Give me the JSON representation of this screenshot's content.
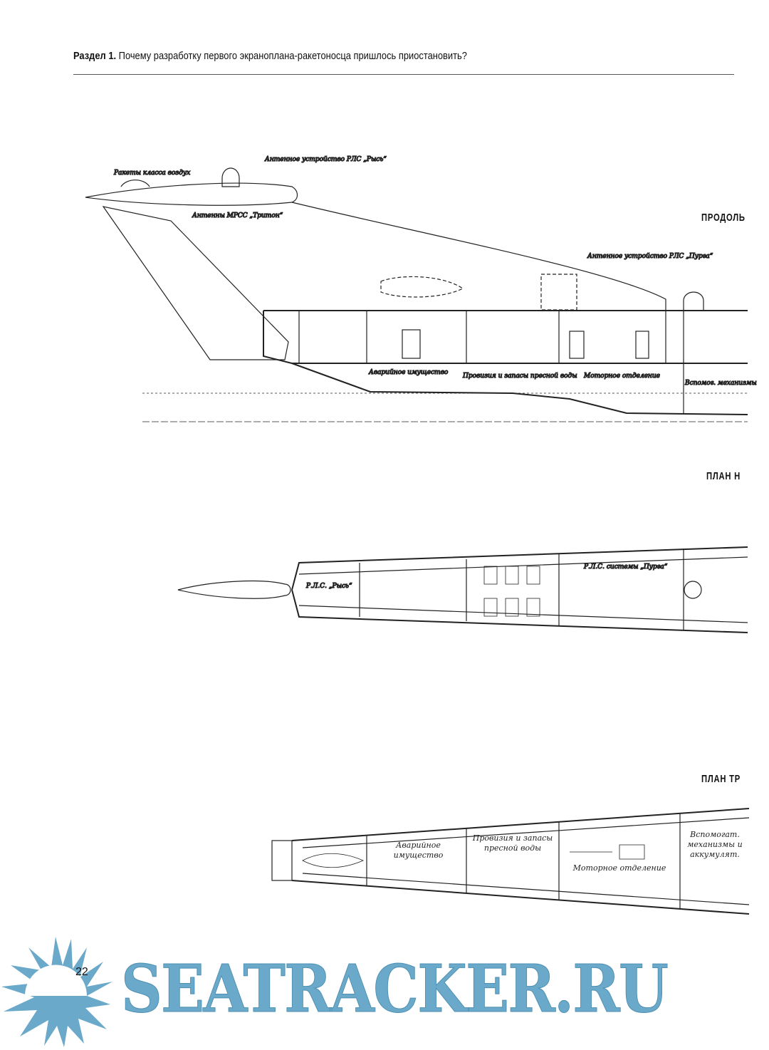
{
  "header": {
    "section": "Раздел 1.",
    "title": "Почему разработку первого экраноплана-ракетоносца пришлось приостановить?"
  },
  "drawings": {
    "profile_title": "ПРОДОЛЬ",
    "plan1_title": "ПЛАН Н",
    "plan2_title": "ПЛАН ТР",
    "profile_labels": [
      "Антенное устройство РЛС „Рысь“",
      "Ракеты класса воздух",
      "Антенны МРСС „Тритон“",
      "Антенное устройство РЛС „Пурга“",
      "Аварийное имущество",
      "Провизия и запасы пресной воды",
      "Моторное отделение",
      "Вспомог. механизмы"
    ],
    "plan1_labels": [
      "Р.Л.С. „Рысь“",
      "Р.Л.С. системы „Пурга“"
    ],
    "plan2_labels": [
      "Аварийное имущество",
      "Провизия и запасы пресной воды",
      "Моторное отделение",
      "Вспомогат. механизмы и аккумулят."
    ]
  },
  "footer": {
    "page_number": "22",
    "watermark": "SEATRACKER.RU",
    "watermark_color": "#6aa9c9"
  }
}
